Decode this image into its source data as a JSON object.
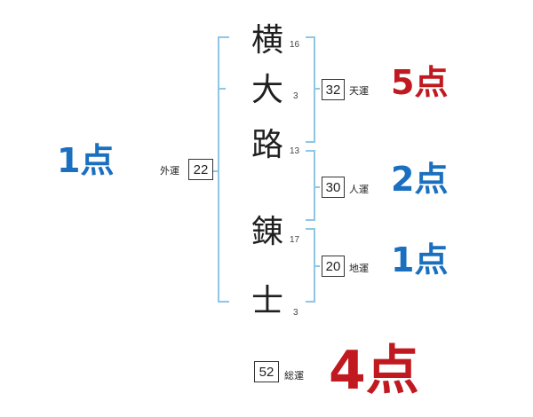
{
  "name": {
    "chars": [
      {
        "char": "横",
        "strokes": "16"
      },
      {
        "char": "大",
        "strokes": "3"
      },
      {
        "char": "路",
        "strokes": "13"
      },
      {
        "char": "錬",
        "strokes": "17"
      },
      {
        "char": "士",
        "strokes": "3"
      }
    ]
  },
  "gaiun": {
    "label": "外運",
    "value": "22",
    "score": "1点"
  },
  "tenun": {
    "label": "天運",
    "value": "32",
    "score": "5点"
  },
  "jinun": {
    "label": "人運",
    "value": "30",
    "score": "2点"
  },
  "chiun": {
    "label": "地運",
    "value": "20",
    "score": "1点"
  },
  "souun": {
    "label": "総運",
    "value": "52",
    "score": "4点"
  },
  "colors": {
    "bracket": "#8fc6e6",
    "good": "#c0191f",
    "neutral": "#1a6fbf"
  }
}
